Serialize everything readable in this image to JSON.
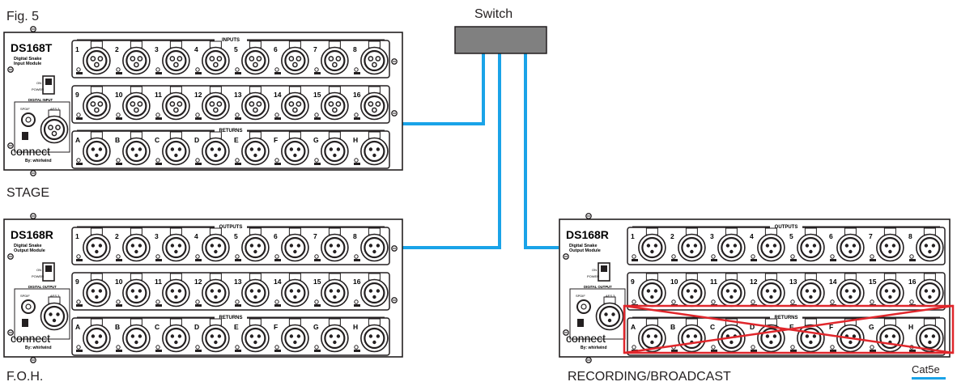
{
  "figure_label": "Fig. 5",
  "switch_label": "Switch",
  "legend": {
    "label": "Cat5e",
    "color": "#1aa3e8"
  },
  "colors": {
    "cable": "#1aa3e8",
    "cross": "#e0262b",
    "outline": "#231f20",
    "switch": "#808080"
  },
  "units": [
    {
      "id": "stage",
      "location": "STAGE",
      "model": "DS168T",
      "desc1": "Digital Snake",
      "desc2": "Input Module",
      "row_title": "INPUTS",
      "row1": [
        "1",
        "2",
        "3",
        "4",
        "5",
        "6",
        "7",
        "8"
      ],
      "row2": [
        "9",
        "10",
        "11",
        "12",
        "13",
        "14",
        "15",
        "16"
      ],
      "returns_title": "RETURNS",
      "returns": [
        "A",
        "B",
        "C",
        "D",
        "E",
        "F",
        "G",
        "H"
      ],
      "power_on": "ON",
      "power": "POWER",
      "digital_label": "DIGITAL INPUT",
      "spdif": "SPDIF",
      "aes": "AES 3",
      "brand": "connect",
      "brand_by": "By: whirlwind",
      "returns_crossed": false
    },
    {
      "id": "foh",
      "location": "F.O.H.",
      "model": "DS168R",
      "desc1": "Digital Snake",
      "desc2": "Output Module",
      "row_title": "OUTPUTS",
      "row1": [
        "1",
        "2",
        "3",
        "4",
        "5",
        "6",
        "7",
        "8"
      ],
      "row2": [
        "9",
        "10",
        "11",
        "12",
        "13",
        "14",
        "15",
        "16"
      ],
      "returns_title": "RETURNS",
      "returns": [
        "A",
        "B",
        "C",
        "D",
        "E",
        "F",
        "G",
        "H"
      ],
      "power_on": "ON",
      "power": "POWER",
      "digital_label": "DIGITAL OUTPUT",
      "spdif": "SPDIF",
      "aes": "AES 3",
      "brand": "connect",
      "brand_by": "By: whirlwind",
      "returns_crossed": false
    },
    {
      "id": "rec",
      "location": "RECORDING/BROADCAST",
      "model": "DS168R",
      "desc1": "Digital Snake",
      "desc2": "Output Module",
      "row_title": "OUTPUTS",
      "row1": [
        "1",
        "2",
        "3",
        "4",
        "5",
        "6",
        "7",
        "8"
      ],
      "row2": [
        "9",
        "10",
        "11",
        "12",
        "13",
        "14",
        "15",
        "16"
      ],
      "returns_title": "RETURNS",
      "returns": [
        "A",
        "B",
        "C",
        "D",
        "E",
        "F",
        "G",
        "H"
      ],
      "power_on": "ON",
      "power": "POWER",
      "digital_label": "DIGITAL OUTPUT",
      "spdif": "SPDIF",
      "aes": "AES 3",
      "brand": "connect",
      "brand_by": "By: whirlwind",
      "returns_crossed": true
    }
  ]
}
